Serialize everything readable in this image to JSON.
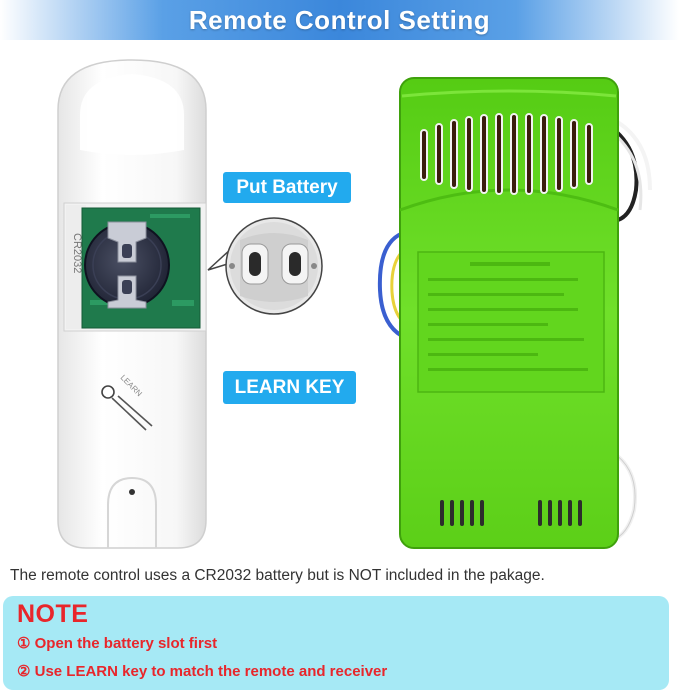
{
  "banner": {
    "title": "Remote Control Setting"
  },
  "callouts": {
    "battery": "Put Battery",
    "learn": "LEARN KEY"
  },
  "remote": {
    "battery_model_print": "CR2032",
    "learn_print": "LEARN"
  },
  "caption": "The remote control uses a CR2032 battery but is NOT included in the pakage.",
  "note": {
    "title": "NOTE",
    "items": [
      "① Open the battery slot first",
      "② Use LEARN key to match the remote and receiver"
    ]
  },
  "colors": {
    "banner_blue": "#3b87db",
    "callout_blue": "#22aaee",
    "receiver_green": "#66dd22",
    "note_bg": "#a6e9f5",
    "note_red": "#e8262b"
  }
}
